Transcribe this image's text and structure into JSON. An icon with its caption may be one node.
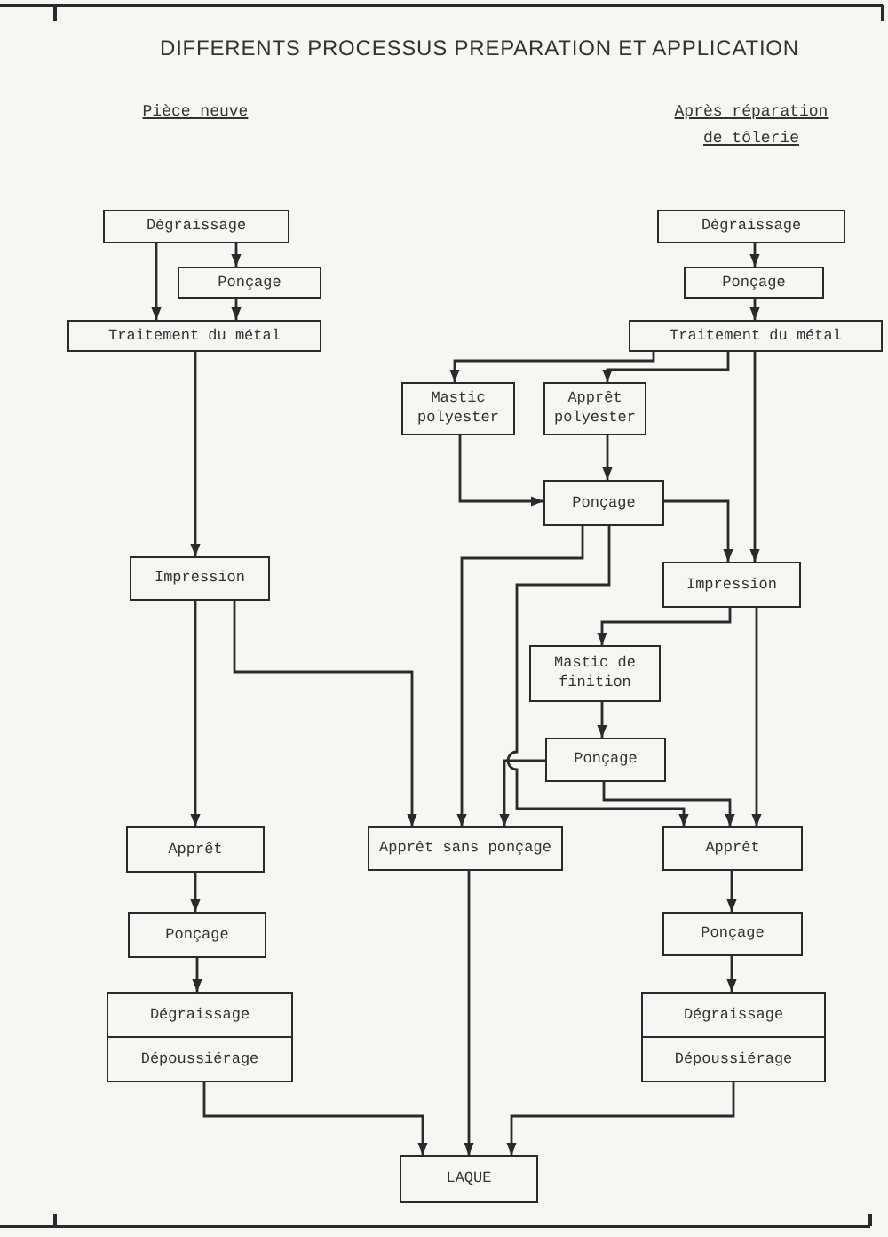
{
  "diagram": {
    "title": "DIFFERENTS PROCESSUS PREPARATION ET APPLICATION",
    "nodes": [
      {
        "text": [
          "Dégraissage"
        ]
      },
      {
        "text": [
          "Ponçage"
        ]
      },
      {
        "text": [
          "Traitement du métal"
        ]
      },
      {
        "text": [
          "Impression"
        ]
      },
      {
        "text": [
          "Apprêt"
        ]
      },
      {
        "text": [
          "Ponçage"
        ]
      },
      {
        "text": [
          "Dégraissage",
          "Dépoussiérage"
        ]
      },
      {
        "text": [
          "Dégraissage"
        ]
      },
      {
        "text": [
          "Ponçage"
        ]
      },
      {
        "text": [
          "Traitement du métal"
        ]
      },
      {
        "text": [
          "Mastic polyester"
        ]
      },
      {
        "text": [
          "Apprêt polyester"
        ]
      },
      {
        "text": [
          "Ponçage"
        ]
      },
      {
        "text": [
          "Impression"
        ]
      },
      {
        "text": [
          "Mastic de finition"
        ]
      },
      {
        "text": [
          "Ponçage"
        ]
      },
      {
        "text": [
          "Apprêt sans ponçage"
        ]
      },
      {
        "text": [
          "Apprêt"
        ]
      },
      {
        "text": [
          "Ponçage"
        ]
      },
      {
        "text": [
          "Dégraissage",
          "Dépoussiérage"
        ]
      },
      {
        "text": [
          "LAQUE"
        ]
      }
    ],
    "edges": [
      {
        "from": 0,
        "to": 1,
        "arrow": "to"
      },
      {
        "from": 0,
        "to": 2,
        "arrow": "to"
      },
      {
        "from": 1,
        "to": 2,
        "arrow": "to"
      },
      {
        "from": 2,
        "to": 3,
        "arrow": "to"
      },
      {
        "from": 3,
        "to": 4,
        "arrow": "to"
      },
      {
        "from": 3,
        "to": 16,
        "arrow": "to"
      },
      {
        "from": 4,
        "to": 5,
        "arrow": "to"
      },
      {
        "from": 5,
        "to": 6,
        "arrow": "to"
      },
      {
        "from": 6,
        "to": 20,
        "arrow": "to"
      },
      {
        "from": 7,
        "to": 8,
        "arrow": "to"
      },
      {
        "from": 8,
        "to": 9,
        "arrow": "to"
      },
      {
        "from": 9,
        "to": 10,
        "arrow": "to"
      },
      {
        "from": 9,
        "to": 11,
        "arrow": "to"
      },
      {
        "from": 9,
        "to": 13,
        "arrow": "to"
      },
      {
        "from": 10,
        "to": 12,
        "arrow": "to"
      },
      {
        "from": 11,
        "to": 12,
        "arrow": "to"
      },
      {
        "from": 12,
        "to": 13,
        "arrow": "to"
      },
      {
        "from": 12,
        "to": 16,
        "arrow": "to"
      },
      {
        "from": 12,
        "to": 17,
        "arrow": "to"
      },
      {
        "from": 13,
        "to": 14,
        "arrow": "to"
      },
      {
        "from": 13,
        "to": 17,
        "arrow": "to"
      },
      {
        "from": 14,
        "to": 15,
        "arrow": "to"
      },
      {
        "from": 15,
        "to": 16,
        "arrow": "to"
      },
      {
        "from": 15,
        "to": 17,
        "arrow": "to"
      },
      {
        "from": 16,
        "to": 20,
        "arrow": "to"
      },
      {
        "from": 19,
        "to": 20,
        "arrow": "to"
      },
      {
        "from": 17,
        "to": 18,
        "arrow": "to"
      },
      {
        "from": 18,
        "to": 19,
        "arrow": "to"
      }
    ],
    "labels": [
      "Pièce neuve",
      "Après réparation de tôlerie"
    ]
  }
}
